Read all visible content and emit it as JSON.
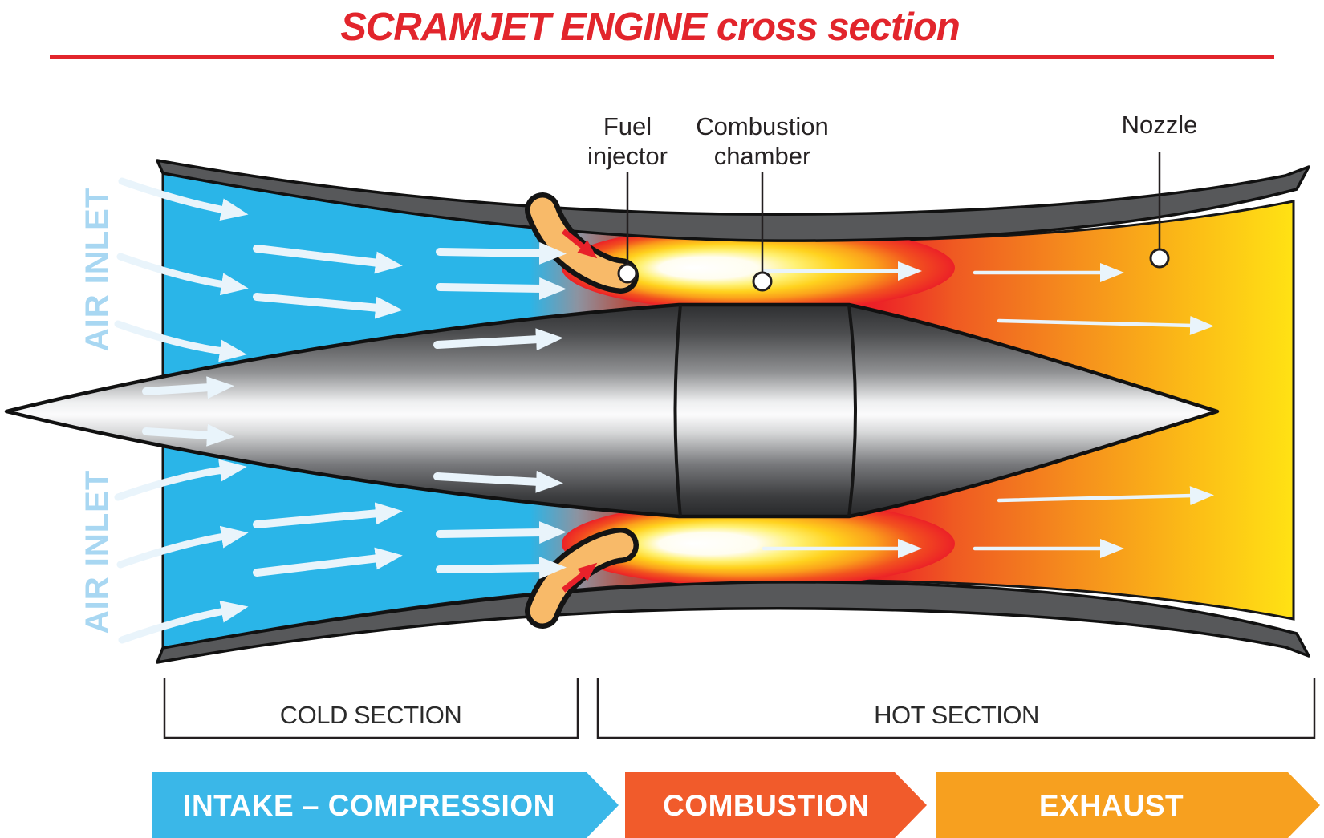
{
  "title": {
    "text": "SCRAMJET ENGINE cross section",
    "color": "#e2252c"
  },
  "annotations": {
    "fuel_injector": {
      "line1": "Fuel",
      "line2": "injector"
    },
    "combustion_chamber": {
      "line1": "Combustion",
      "line2": "chamber"
    },
    "nozzle": {
      "label": "Nozzle"
    },
    "air_inlet": {
      "label": "AIR INLET",
      "color": "#a8d7f2"
    }
  },
  "section_brackets": {
    "cold": {
      "label": "COLD SECTION"
    },
    "hot": {
      "label": "HOT SECTION"
    }
  },
  "process_banners": [
    {
      "label": "INTAKE – COMPRESSION",
      "color": "#3ab7e8"
    },
    {
      "label": "COMBUSTION",
      "color": "#f15b2b"
    },
    {
      "label": "EXHAUST",
      "color": "#f7a01f"
    }
  ],
  "diagram_colors": {
    "inlet_air": "#2ab5e8",
    "combustion_red": "#ec2127",
    "exhaust_yellow": "#ffe214",
    "duct_wall": "#57585a",
    "injector_tube": "#f8ba69",
    "flow_arrow": "#e9f4fb"
  }
}
